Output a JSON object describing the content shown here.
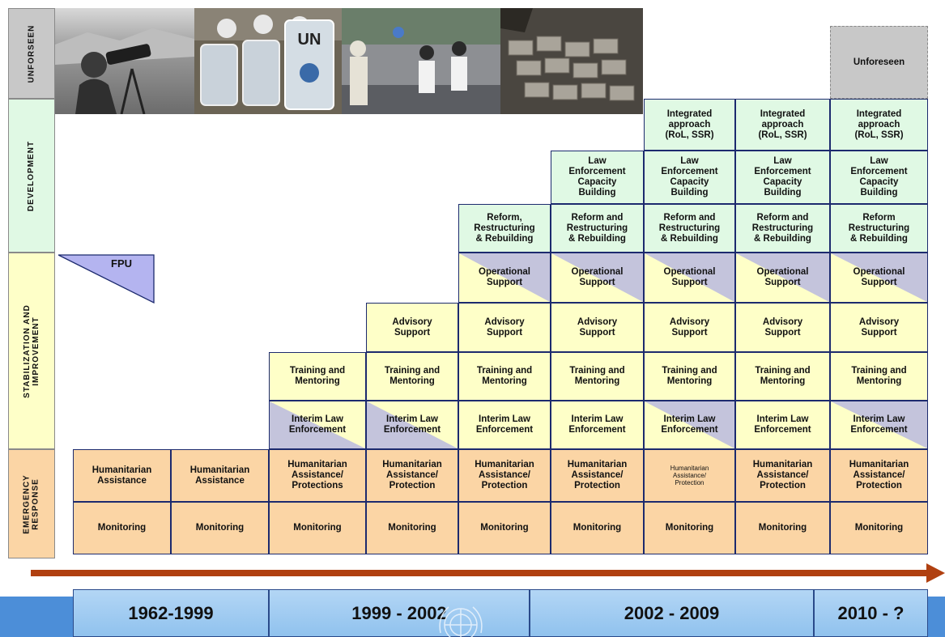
{
  "rows": {
    "unforeseen": "UNFORSEEN",
    "development": "DEVELOPMENT",
    "stabilization_line1": "STABILIZATION AND",
    "stabilization_line2": "IMPROVEMENT",
    "emergency_line1": "EMERGENCY",
    "emergency_line2": "RESPONSE"
  },
  "fpu_label": "FPU",
  "cells": {
    "unforeseen": "Unforeseen",
    "integrated": [
      "Integrated",
      "approach",
      "(RoL, SSR)"
    ],
    "law": [
      "Law",
      "Enforcement",
      "Capacity",
      "Building"
    ],
    "reform_a": [
      "Reform,",
      "Restructuring",
      "& Rebuilding"
    ],
    "reform_b": [
      "Reform and",
      "Restructuring",
      "& Rebuilding"
    ],
    "reform_c": [
      "Reform",
      "Restructuring",
      "& Rebuilding"
    ],
    "operational": [
      "Operational",
      "Support"
    ],
    "advisory": [
      "Advisory",
      "Support"
    ],
    "training": [
      "Training and",
      "Mentoring"
    ],
    "interim": [
      "Interim Law",
      "Enforcement"
    ],
    "humanitarian": [
      "Humanitarian",
      "Assistance"
    ],
    "hum_protections": [
      "Humanitarian",
      "Assistance/",
      "Protections"
    ],
    "hum_protection": [
      "Humanitarian",
      "Assistance/",
      "Protection"
    ],
    "monitoring": "Monitoring"
  },
  "periods": [
    "1962-1999",
    "1999 - 2002",
    "2002 - 2009",
    "2010 - ?"
  ],
  "colors": {
    "emergency": "#fbd5a5",
    "stabilization": "#feffc8",
    "development": "#e0f9e4",
    "triangle": "#c4c4dc",
    "fpu": "#b4b4f0",
    "arrow": "#b04010",
    "timeline": "#90c2ee"
  }
}
